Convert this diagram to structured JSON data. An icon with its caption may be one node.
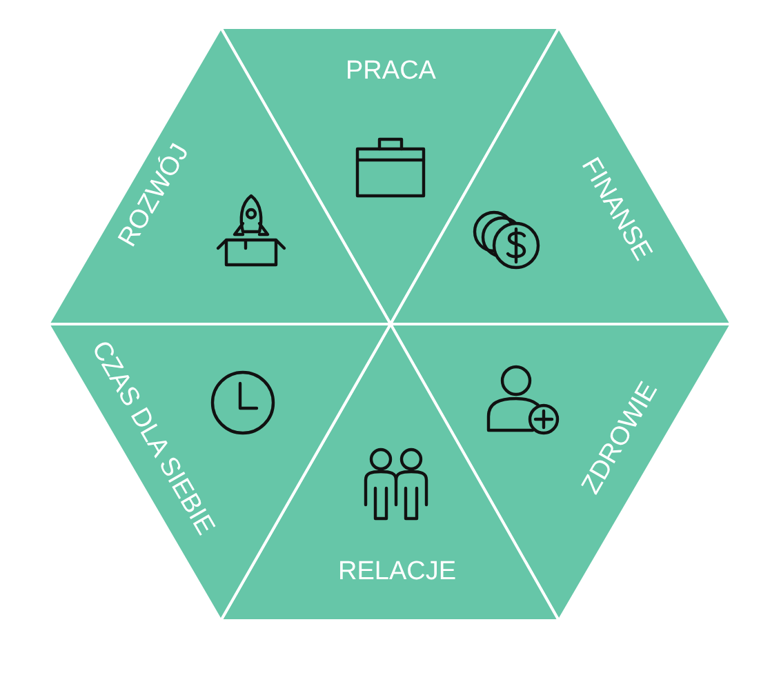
{
  "diagram": {
    "nodes": [
      {
        "text": [
          "PRACA"
        ]
      },
      {
        "text": [
          "FINANSE"
        ]
      },
      {
        "text": [
          "ZDROWIE"
        ]
      },
      {
        "text": [
          "RELACJE"
        ]
      },
      {
        "text": [
          "CZAS DLA SIEBIE"
        ]
      },
      {
        "text": [
          "ROZWÓJ"
        ]
      }
    ]
  }
}
